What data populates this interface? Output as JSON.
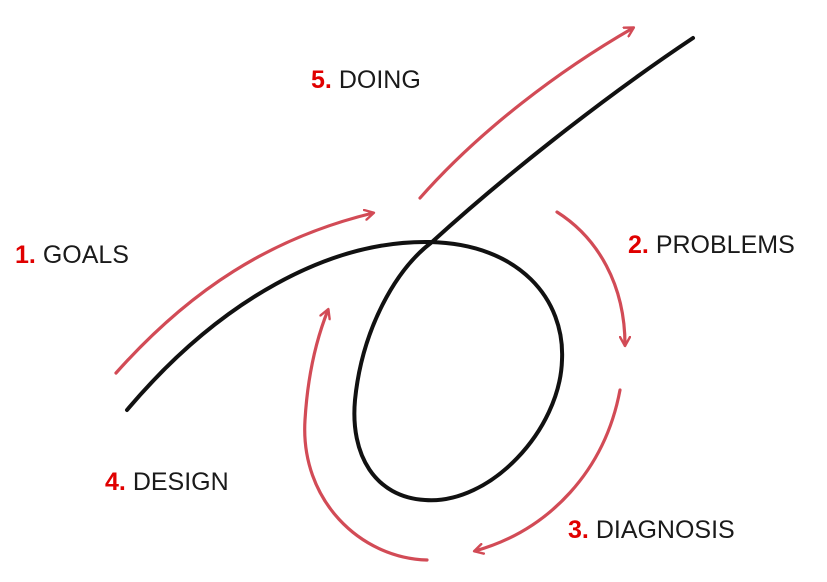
{
  "colors": {
    "arrow": "#d24b56",
    "curve": "#111111",
    "number": "#e00000",
    "text": "#1a1a1a"
  },
  "steps": {
    "goals": {
      "number": "1.",
      "label": "GOALS"
    },
    "problems": {
      "number": "2.",
      "label": "PROBLEMS"
    },
    "diagnosis": {
      "number": "3.",
      "label": "DIAGNOSIS"
    },
    "design": {
      "number": "4.",
      "label": "DESIGN"
    },
    "doing": {
      "number": "5.",
      "label": "DOING"
    }
  }
}
